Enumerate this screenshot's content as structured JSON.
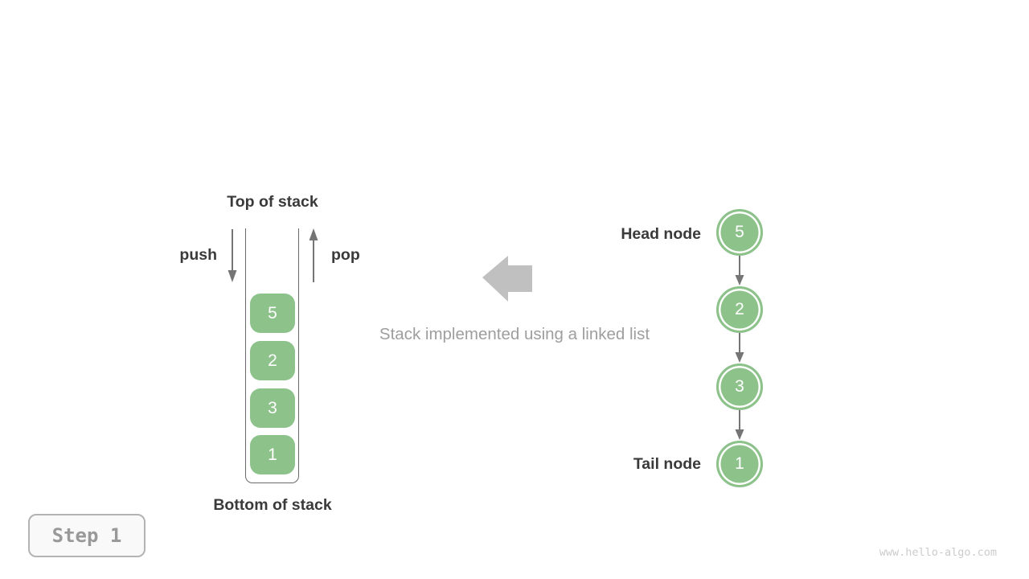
{
  "diagram": {
    "stack": {
      "top_label": "Top of stack",
      "bottom_label": "Bottom of stack",
      "push_label": "push",
      "pop_label": "pop",
      "items": [
        "5",
        "2",
        "3",
        "1"
      ]
    },
    "caption": "Stack implemented using a linked list",
    "linked_list": {
      "head_label": "Head node",
      "tail_label": "Tail node",
      "nodes": [
        "5",
        "2",
        "3",
        "1"
      ]
    },
    "step_badge": "Step 1",
    "watermark": "www.hello-algo.com"
  },
  "colors": {
    "node_green": "#8dc28b",
    "outline_gray": "#6a6a6a",
    "arrow_gray": "#757575",
    "block_arrow_gray": "#c0c0c0",
    "text_dark": "#3a3a3a",
    "muted_gray": "#9e9e9e",
    "badge_bg": "#f9f9f9",
    "badge_border": "#b3b3b3",
    "badge_text": "#999999",
    "watermark_gray": "#cccccc"
  }
}
